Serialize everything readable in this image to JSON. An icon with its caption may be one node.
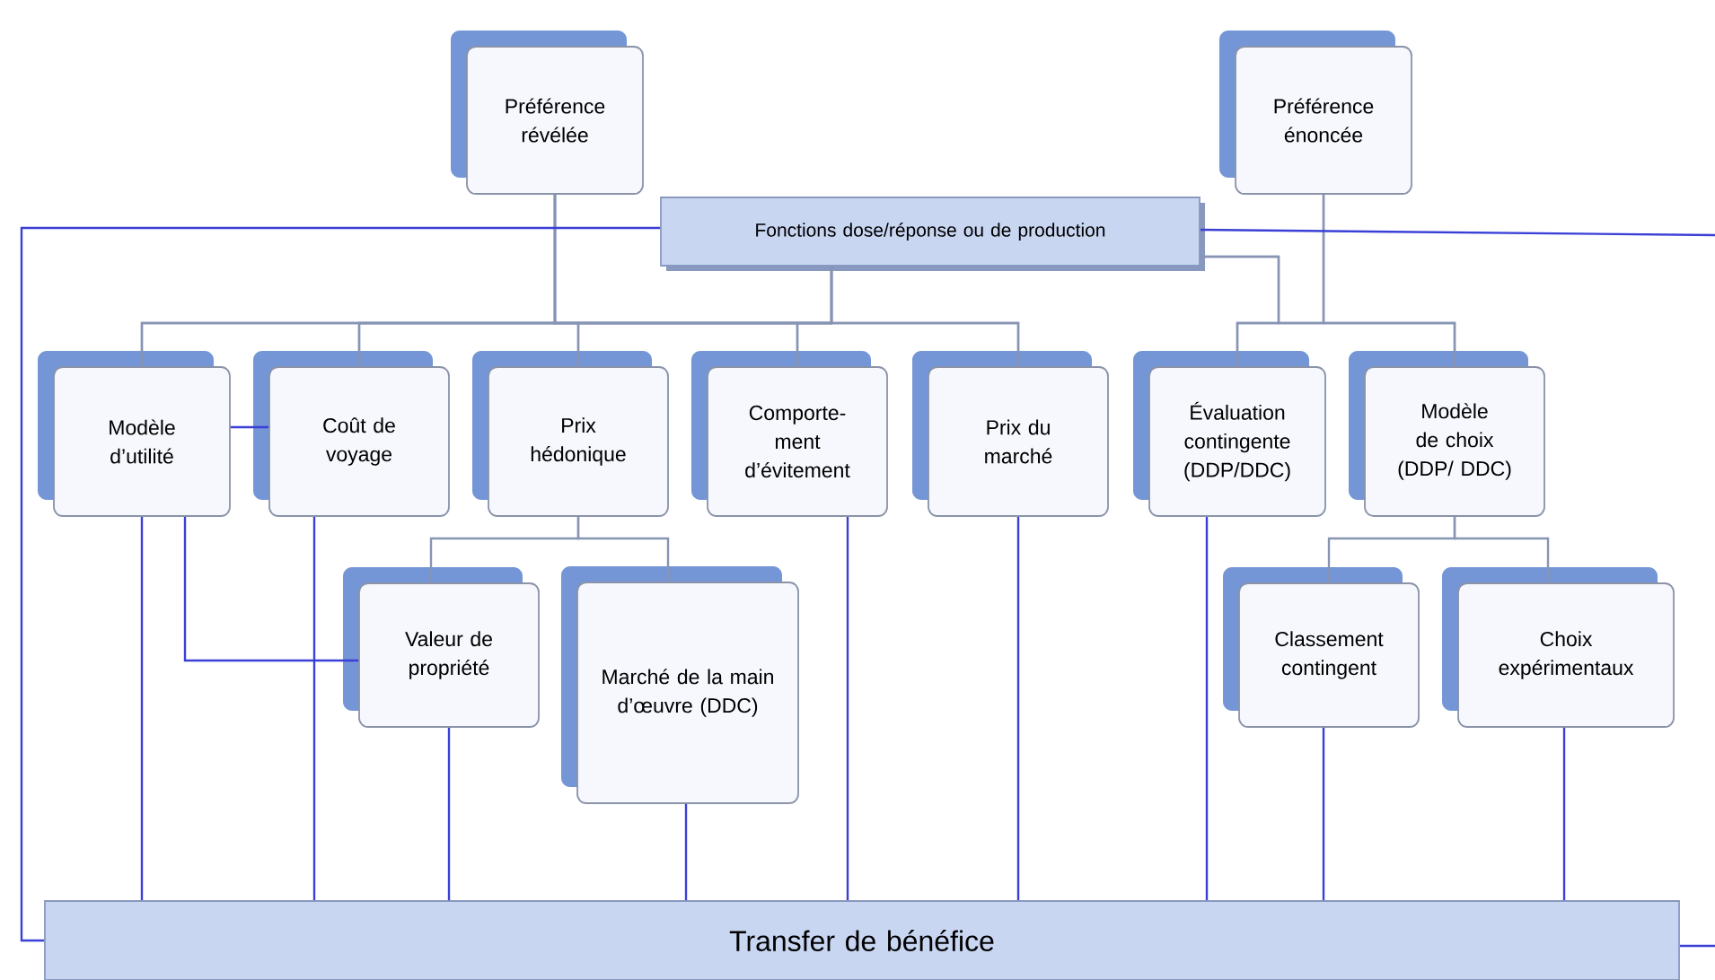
{
  "diagram": {
    "nodes": [
      {
        "text": [
          "Préférence révélée"
        ]
      },
      {
        "text": [
          "Préférence énoncée"
        ]
      },
      {
        "text": [
          "Fonctions dose/réponse ou de production"
        ]
      },
      {
        "text": [
          "Modèle d’utilité"
        ]
      },
      {
        "text": [
          "Coût de voyage"
        ]
      },
      {
        "text": [
          "Prix hédonique"
        ]
      },
      {
        "text": [
          "Comporte- ment d’évitement"
        ]
      },
      {
        "text": [
          "Prix du marché"
        ]
      },
      {
        "text": [
          "Évaluation contingente (DDP/DDC)"
        ]
      },
      {
        "text": [
          "Modèle de choix (DDP/ DDC)"
        ]
      },
      {
        "text": [
          "Valeur de propriété"
        ]
      },
      {
        "text": [
          "Marché de la main d’œuvre (DDC)"
        ]
      },
      {
        "text": [
          "Classement contingent"
        ]
      },
      {
        "text": [
          "Choix expérimentaux"
        ]
      },
      {
        "text": [
          "Transfer de bénéfice"
        ]
      }
    ],
    "edges": [
      {
        "from": 0,
        "to": 3,
        "arrow": "none"
      },
      {
        "from": 0,
        "to": 4,
        "arrow": "none"
      },
      {
        "from": 0,
        "to": 5,
        "arrow": "none"
      },
      {
        "from": 0,
        "to": 6,
        "arrow": "none"
      },
      {
        "from": 0,
        "to": 7,
        "arrow": "none"
      },
      {
        "from": 2,
        "to": 3,
        "arrow": "none"
      },
      {
        "from": 2,
        "to": 4,
        "arrow": "none"
      },
      {
        "from": 2,
        "to": 5,
        "arrow": "none"
      },
      {
        "from": 2,
        "to": 6,
        "arrow": "none"
      },
      {
        "from": 2,
        "to": 7,
        "arrow": "none"
      },
      {
        "from": 1,
        "to": 8,
        "arrow": "none"
      },
      {
        "from": 1,
        "to": 9,
        "arrow": "none"
      },
      {
        "from": 2,
        "to": 8,
        "arrow": "none"
      },
      {
        "from": 2,
        "to": 9,
        "arrow": "none"
      },
      {
        "from": 3,
        "to": 4,
        "arrow": "none",
        "color": "#3a3fd6"
      },
      {
        "from": 3,
        "to": 10,
        "arrow": "none",
        "color": "#3a3fd6"
      },
      {
        "from": 5,
        "to": 10,
        "arrow": "none"
      },
      {
        "from": 5,
        "to": 11,
        "arrow": "none"
      },
      {
        "from": 9,
        "to": 12,
        "arrow": "none"
      },
      {
        "from": 9,
        "to": 13,
        "arrow": "none"
      },
      {
        "from": 2,
        "to": 14,
        "arrow": "none",
        "color": "#3a3fd6"
      },
      {
        "from": 2,
        "to": null,
        "arrow": "none",
        "color": "#3a3fd6"
      },
      {
        "from": 14,
        "to": null,
        "arrow": "none",
        "color": "#3a3fd6"
      },
      {
        "from": 3,
        "to": 14,
        "arrow": "none",
        "color": "#3a3fd6"
      },
      {
        "from": 4,
        "to": 14,
        "arrow": "none",
        "color": "#3a3fd6"
      },
      {
        "from": 10,
        "to": 14,
        "arrow": "none",
        "color": "#3a3fd6"
      },
      {
        "from": 11,
        "to": 14,
        "arrow": "none",
        "color": "#3a3fd6"
      },
      {
        "from": 6,
        "to": 14,
        "arrow": "none",
        "color": "#3a3fd6"
      },
      {
        "from": 7,
        "to": 14,
        "arrow": "none",
        "color": "#3a3fd6"
      },
      {
        "from": 8,
        "to": 14,
        "arrow": "none",
        "color": "#3a3fd6"
      },
      {
        "from": 12,
        "to": 14,
        "arrow": "none",
        "color": "#3a3fd6"
      },
      {
        "from": 13,
        "to": 14,
        "arrow": "none",
        "color": "#3a3fd6"
      }
    ]
  }
}
